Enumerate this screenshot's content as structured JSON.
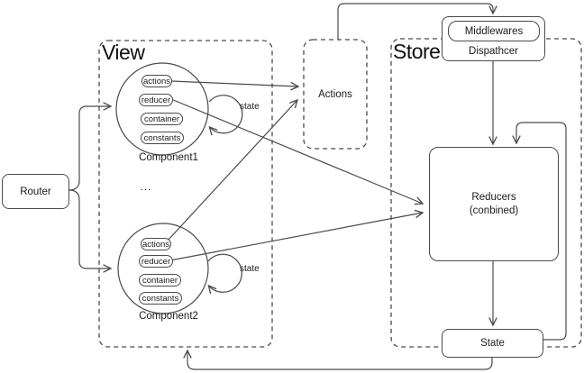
{
  "router": {
    "label": "Router"
  },
  "view": {
    "label": "View",
    "ellipsis": "...",
    "components": [
      {
        "name": "Component1",
        "pills": [
          "actions",
          "reducer",
          "container",
          "constants"
        ],
        "state_label": "state"
      },
      {
        "name": "Component2",
        "pills": [
          "actions",
          "reducer",
          "container",
          "constants"
        ],
        "state_label": "state"
      }
    ]
  },
  "actions": {
    "label": "Actions"
  },
  "store": {
    "label": "Store",
    "middlewares": {
      "label": "Middlewares"
    },
    "dispatcher": {
      "label": "Dispathcer"
    },
    "reducers": {
      "line1": "Reducers",
      "line2": "(conbined)"
    },
    "state": {
      "label": "State"
    }
  },
  "colors": {
    "stroke": "#4a4a4a",
    "text": "#1a1a1a",
    "background": "#ffffff"
  }
}
